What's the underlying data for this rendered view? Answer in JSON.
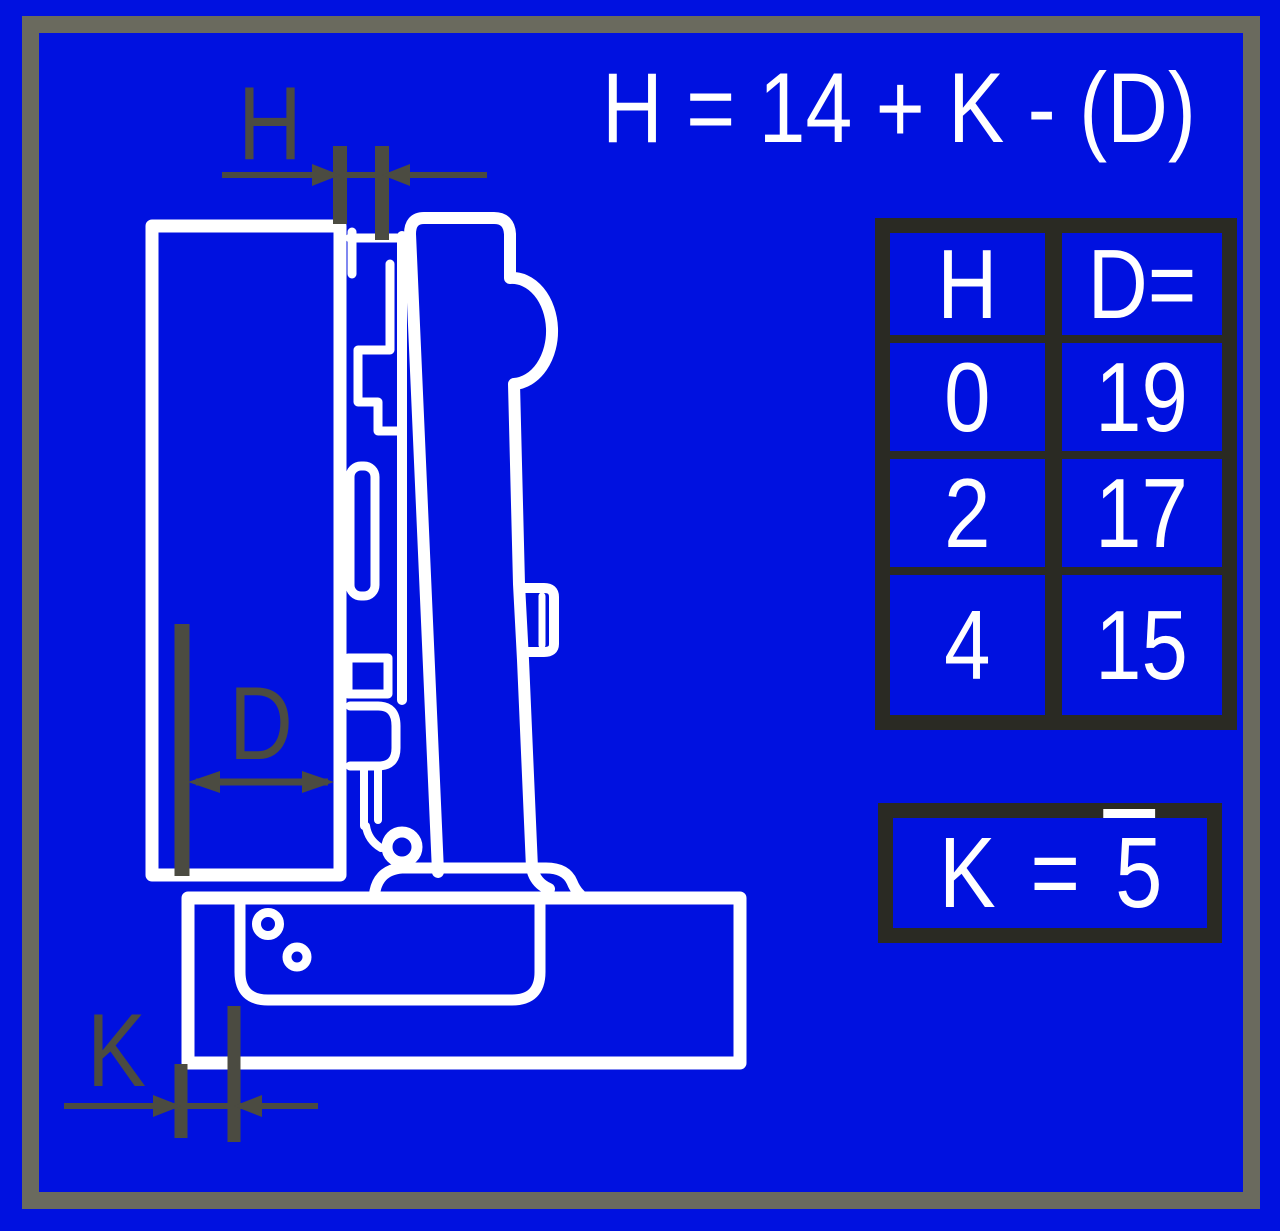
{
  "formula": {
    "text": "H = 14 + K - (D)"
  },
  "dims": {
    "h": "H",
    "d": "D",
    "k": "K"
  },
  "table": {
    "headers": [
      "H",
      "D="
    ],
    "rows": [
      [
        "0",
        "19"
      ],
      [
        "2",
        "17"
      ],
      [
        "4",
        "15"
      ]
    ]
  },
  "k_box": {
    "label": "K",
    "equals": "=",
    "value": "5"
  },
  "colors": {
    "background": "#0011e0",
    "frame": "#6a6a5e",
    "dimension_marks": "#4b4b41",
    "drawing_lines": "#ffffff",
    "box_border": "#2a2a23",
    "text": "#ffffff"
  }
}
